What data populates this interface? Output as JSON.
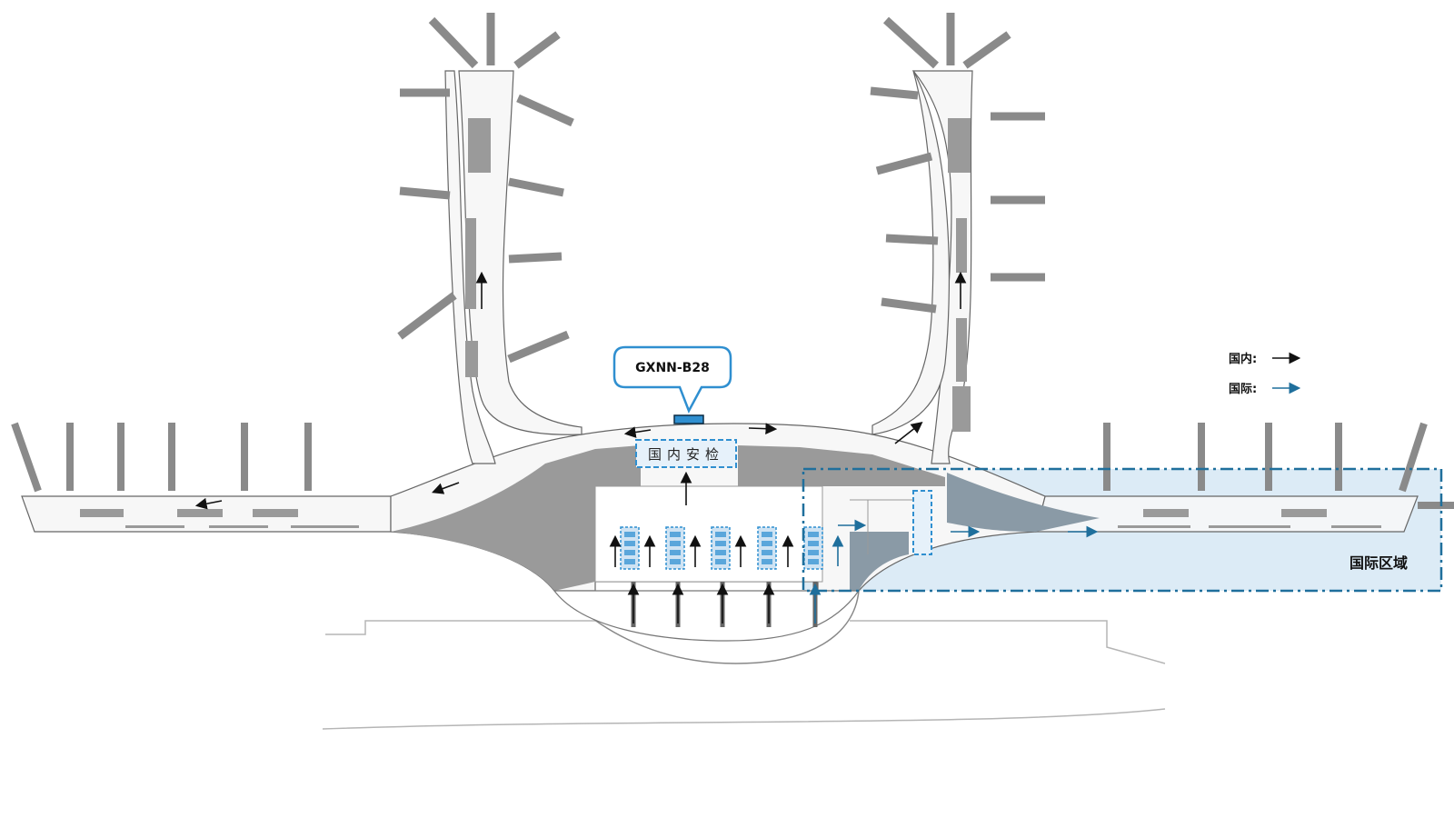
{
  "callout": {
    "label": "GXNN-B28"
  },
  "security": {
    "label": "国内安检"
  },
  "legend": {
    "domestic": {
      "label": "国内:",
      "color": "#111111"
    },
    "international": {
      "label": "国际:",
      "color": "#1f6f9c"
    }
  },
  "international_zone": {
    "label": "国际区域",
    "fill": "#d6e8f5",
    "border": "#1f6f9c"
  },
  "colors": {
    "structure_fill": "#f7f7f7",
    "structure_stroke": "#777777",
    "dark_gray": "#9a9a9a",
    "accent_blue": "#2f8fd0"
  }
}
